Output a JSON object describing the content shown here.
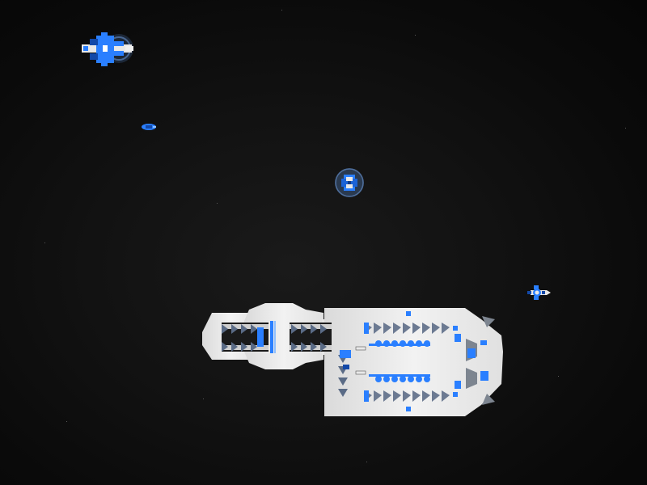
{
  "scene": {
    "type": "top-down space game view",
    "background_color": "#0b0b0b",
    "hud_text": []
  },
  "colors": {
    "hull": "#e8e8e8",
    "hull_shade": "#cfcfcf",
    "accent_blue": "#2a7fff",
    "dark_blue": "#1248a8",
    "turret_gray": "#7d8590",
    "shield_glow": "#6aa8ff"
  },
  "entities": [
    {
      "name": "player-fighter",
      "kind": "ship",
      "faction": "blue",
      "shielded": true
    },
    {
      "name": "small-drone",
      "kind": "ship",
      "faction": "blue",
      "shielded": false
    },
    {
      "name": "shielded-pod",
      "kind": "ship",
      "faction": "blue",
      "shielded": true
    },
    {
      "name": "interceptor",
      "kind": "ship",
      "faction": "blue",
      "shielded": false
    },
    {
      "name": "capital-carrier",
      "kind": "station",
      "faction": "white-blue",
      "shielded": false
    }
  ]
}
